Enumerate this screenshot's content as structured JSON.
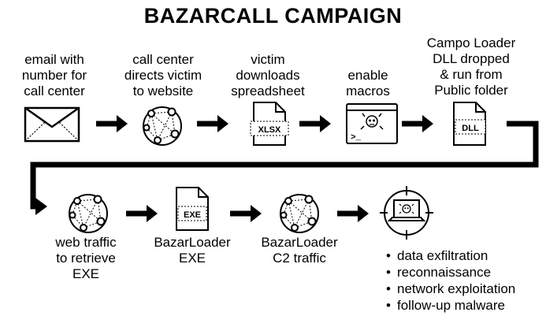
{
  "title": "BAZARCALL CAMPAIGN",
  "steps": [
    {
      "label_lines": [
        "email with",
        "number for",
        "call center"
      ],
      "icon": "envelope-icon"
    },
    {
      "label_lines": [
        "call center",
        "directs victim",
        "to website"
      ],
      "icon": "network-globe-icon"
    },
    {
      "label_lines": [
        "victim",
        "downloads",
        "spreadsheet"
      ],
      "icon": "xlsx-file-icon",
      "file_ext": "XLSX"
    },
    {
      "label_lines": [
        "enable",
        "macros"
      ],
      "icon": "malicious-macro-terminal-icon",
      "prompt": ">_"
    },
    {
      "label_lines": [
        "Campo Loader",
        "DLL dropped",
        "& run from",
        "Public folder"
      ],
      "icon": "dll-file-icon",
      "file_ext": "DLL"
    },
    {
      "label_lines": [
        "web traffic",
        "to retrieve",
        "EXE"
      ],
      "icon": "network-globe-icon"
    },
    {
      "label_lines": [
        "BazarLoader",
        "EXE"
      ],
      "icon": "exe-file-icon",
      "file_ext": "EXE"
    },
    {
      "label_lines": [
        "BazarLoader",
        "C2 traffic"
      ],
      "icon": "network-globe-icon"
    },
    {
      "label_lines": [],
      "icon": "targeted-laptop-icon"
    }
  ],
  "outcomes": [
    "data exfiltration",
    "reconnaissance",
    "network exploitation",
    "follow-up malware"
  ],
  "colors": {
    "ink": "#000000",
    "background": "#ffffff"
  }
}
